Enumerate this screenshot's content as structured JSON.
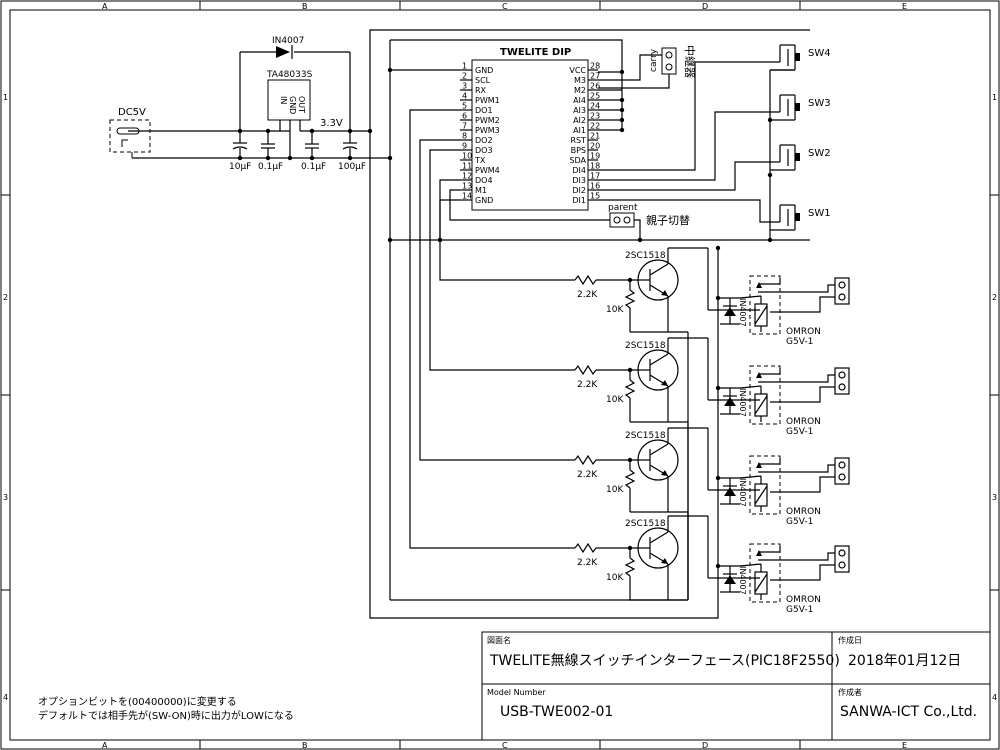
{
  "frame": {
    "col_labels": [
      "A",
      "B",
      "C",
      "D",
      "E"
    ],
    "row_labels": [
      "1",
      "2",
      "3",
      "4"
    ]
  },
  "power": {
    "dc_label": "DC5V",
    "diode_label": "IN4007",
    "regulator_label": "TA48033S",
    "regulator_pins": [
      "IN",
      "GND",
      "OUT"
    ],
    "rail_label": "3.3V",
    "caps": [
      "10µF",
      "0.1µF",
      "0.1µF",
      "100µF"
    ]
  },
  "mcu": {
    "title": "TWELITE DIP",
    "left_pins": [
      {
        "num": "1",
        "name": "GND"
      },
      {
        "num": "2",
        "name": "SCL"
      },
      {
        "num": "3",
        "name": "RX"
      },
      {
        "num": "4",
        "name": "PWM1"
      },
      {
        "num": "5",
        "name": "DO1"
      },
      {
        "num": "6",
        "name": "PWM2"
      },
      {
        "num": "7",
        "name": "PWM3"
      },
      {
        "num": "8",
        "name": "DO2"
      },
      {
        "num": "9",
        "name": "DO3"
      },
      {
        "num": "10",
        "name": "TX"
      },
      {
        "num": "11",
        "name": "PWM4"
      },
      {
        "num": "12",
        "name": "DO4"
      },
      {
        "num": "13",
        "name": "M1"
      },
      {
        "num": "14",
        "name": "GND"
      }
    ],
    "right_pins": [
      {
        "num": "28",
        "name": "VCC"
      },
      {
        "num": "27",
        "name": "M3"
      },
      {
        "num": "26",
        "name": "M2"
      },
      {
        "num": "25",
        "name": "AI4"
      },
      {
        "num": "24",
        "name": "AI3"
      },
      {
        "num": "23",
        "name": "AI2"
      },
      {
        "num": "22",
        "name": "AI1"
      },
      {
        "num": "21",
        "name": "RST"
      },
      {
        "num": "20",
        "name": "BPS"
      },
      {
        "num": "19",
        "name": "SDA"
      },
      {
        "num": "18",
        "name": "DI4"
      },
      {
        "num": "17",
        "name": "DI3"
      },
      {
        "num": "16",
        "name": "DI2"
      },
      {
        "num": "15",
        "name": "DI1"
      }
    ]
  },
  "jumpers": {
    "carry_label": "carry",
    "relay_label": "中継器",
    "parent_label": "parent",
    "mode_label": "親子切替"
  },
  "switches": [
    "SW4",
    "SW3",
    "SW2",
    "SW1"
  ],
  "drivers": {
    "transistor": "2SC1518",
    "base_resistor": "2.2K",
    "pulldown_resistor": "10K",
    "flyback_diode": "IN4007",
    "relay_maker": "OMRON",
    "relay_model": "G5V-1"
  },
  "notes": {
    "line1": "オプションビットを(00400000)に変更する",
    "line2": "デフォルトでは相手先が(SW-ON)時に出力がLOWになる"
  },
  "title_block": {
    "drawing_name_label": "図面名",
    "drawing_name": "TWELITE無線スイッチインターフェース(PIC18F2550)",
    "date_label": "作成日",
    "date": "2018年01月12日",
    "model_label": "Model Number",
    "model": "USB-TWE002-01",
    "author_label": "作成者",
    "author": "SANWA-ICT Co.,Ltd."
  }
}
